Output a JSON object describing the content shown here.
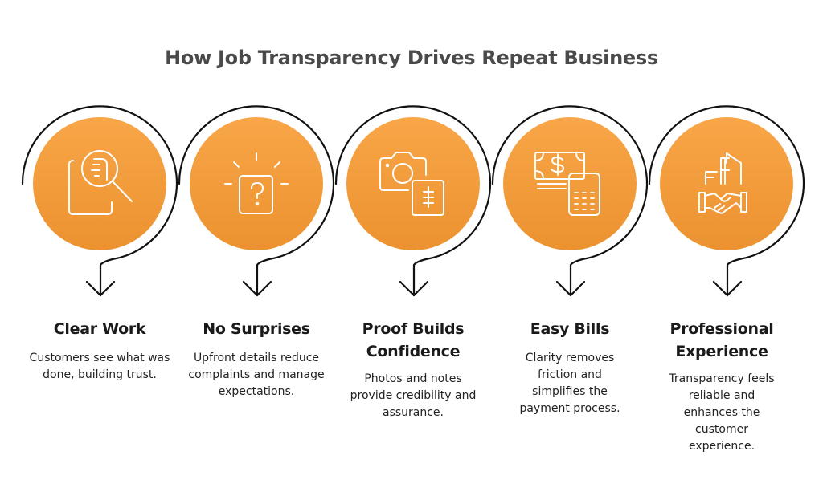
{
  "title": "How Job Transparency Drives Repeat Business",
  "colors": {
    "circle_top": "#F8A648",
    "circle_bottom": "#EC9230",
    "ring": "#111111",
    "icon_stroke": "#FFFFFF",
    "title_text": "#4A4A4A",
    "body_text": "#1A1A1A"
  },
  "steps": [
    {
      "icon": "document-search-icon",
      "title": "Clear Work",
      "description": "Customers see what was done, building trust."
    },
    {
      "icon": "question-box-icon",
      "title": "No Surprises",
      "description": "Upfront details reduce complaints and manage expectations."
    },
    {
      "icon": "camera-notes-icon",
      "title": "Proof Builds Confidence",
      "description": "Photos and notes provide credibility and assurance."
    },
    {
      "icon": "money-calculator-icon",
      "title": "Easy Bills",
      "description": "Clarity removes friction and simplifies the payment process."
    },
    {
      "icon": "building-handshake-icon",
      "title": "Professional Experience",
      "description": "Transparency feels reliable and enhances the customer experience."
    }
  ]
}
